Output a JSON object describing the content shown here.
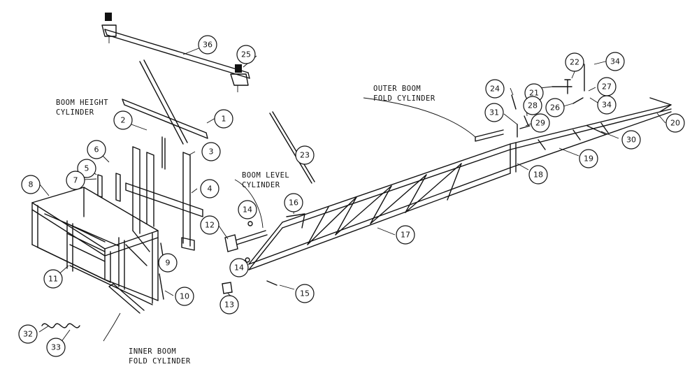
{
  "labels": {
    "boom_height_cylinder": [
      "BOOM HEIGHT",
      "CYLINDER"
    ],
    "boom_level_cylinder": [
      "BOOM LEVEL",
      "CYLINDER"
    ],
    "outer_boom_fold_cylinder": [
      "OUTER BOOM",
      "FOLD CYLINDER"
    ],
    "inner_boom_fold_cylinder": [
      "INNER BOOM",
      "FOLD CYLINDER"
    ]
  },
  "callouts": [
    "1",
    "2",
    "3",
    "4",
    "5",
    "6",
    "7",
    "8",
    "9",
    "10",
    "11",
    "12",
    "13",
    "14",
    "14",
    "15",
    "16",
    "17",
    "18",
    "19",
    "20",
    "21",
    "22",
    "23",
    "24",
    "25",
    "26",
    "27",
    "28",
    "29",
    "30",
    "31",
    "32",
    "33",
    "34",
    "34",
    "36"
  ]
}
